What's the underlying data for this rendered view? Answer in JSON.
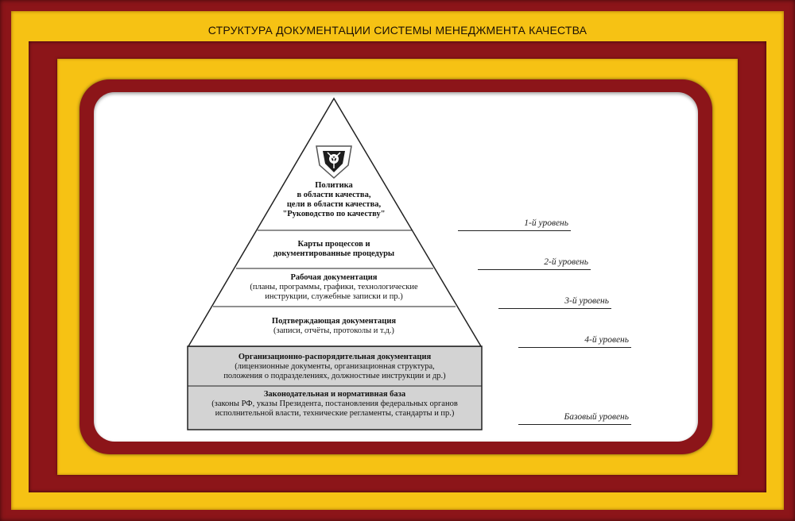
{
  "title": "СТРУКТУРА ДОКУМЕНТАЦИИ СИСТЕМЫ МЕНЕДЖМЕНТА КАЧЕСТВА",
  "pyramid": {
    "top": [
      "Политика",
      "в области качества,",
      "цели в области качества,",
      "\"Руководство по качеству\""
    ],
    "level2": [
      "Карты процессов и",
      "документированные процедуры"
    ],
    "level3": {
      "head": "Рабочая документация",
      "lines": [
        "(планы, программы, графики, технологические",
        "инструкции, служебные записки и пр.)"
      ]
    },
    "level4": {
      "head": "Подтверждающая документация",
      "lines": [
        "(записи, отчёты, протоколы и т.д.)"
      ]
    },
    "base1": {
      "head": "Организационно-распорядительная документация",
      "lines": [
        "(лицензионные документы, организационная структура,",
        "положения о подразделениях, должностные инструкции и др.)"
      ]
    },
    "base2": {
      "head": "Законодательная и нормативная база",
      "lines": [
        "(законы РФ, указы Президента, постановления федеральных органов",
        "исполнительной власти, технические регламенты, стандарты и пр.)"
      ]
    }
  },
  "levels": [
    "1-й уровень",
    "2-й уровень",
    "3-й уровень",
    "4-й уровень",
    "Базовый уровень"
  ],
  "colors": {
    "frame_red": "#8c1519",
    "frame_gold": "#f6c214",
    "base_gray": "#d3d3d3"
  }
}
